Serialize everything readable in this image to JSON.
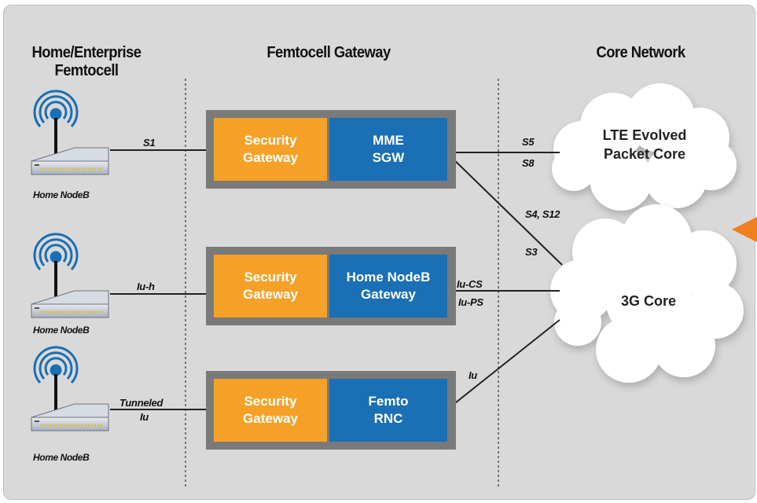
{
  "columns": {
    "left": [
      "Home/Enterprise",
      "Femtocell"
    ],
    "middle": "Femtocell Gateway",
    "right": "Core Network"
  },
  "home_nodes": [
    {
      "label": "Home NodeB",
      "interface": [
        "S1"
      ]
    },
    {
      "label": "Home NodeB",
      "interface": [
        "Iu-h"
      ]
    },
    {
      "label": "Home NodeB",
      "interface": [
        "Tunneled",
        "Iu"
      ]
    }
  ],
  "gateways": [
    {
      "security": [
        "Security",
        "Gateway"
      ],
      "function": [
        "MME",
        "SGW"
      ]
    },
    {
      "security": [
        "Security",
        "Gateway"
      ],
      "function": [
        "Home NodeB",
        "Gateway"
      ]
    },
    {
      "security": [
        "Security",
        "Gateway"
      ],
      "function": [
        "Femto",
        "RNC"
      ]
    }
  ],
  "core": {
    "lte": [
      "LTE Evolved",
      "Packet Core"
    ],
    "threeg": "3G Core"
  },
  "core_interfaces": {
    "s5": "S5",
    "s8": "S8",
    "s4_s12": "S4, S12",
    "s3": "S3",
    "iu_cs": "Iu-CS",
    "iu_ps": "Iu-PS",
    "iu": "Iu"
  },
  "colors": {
    "panel": "#d9d9d9",
    "security": "#f5a128",
    "function": "#1a6fb5",
    "gateway_frame": "#7a7a7a",
    "antenna": "#1a6fb5",
    "arrow": "#f07f1e"
  }
}
